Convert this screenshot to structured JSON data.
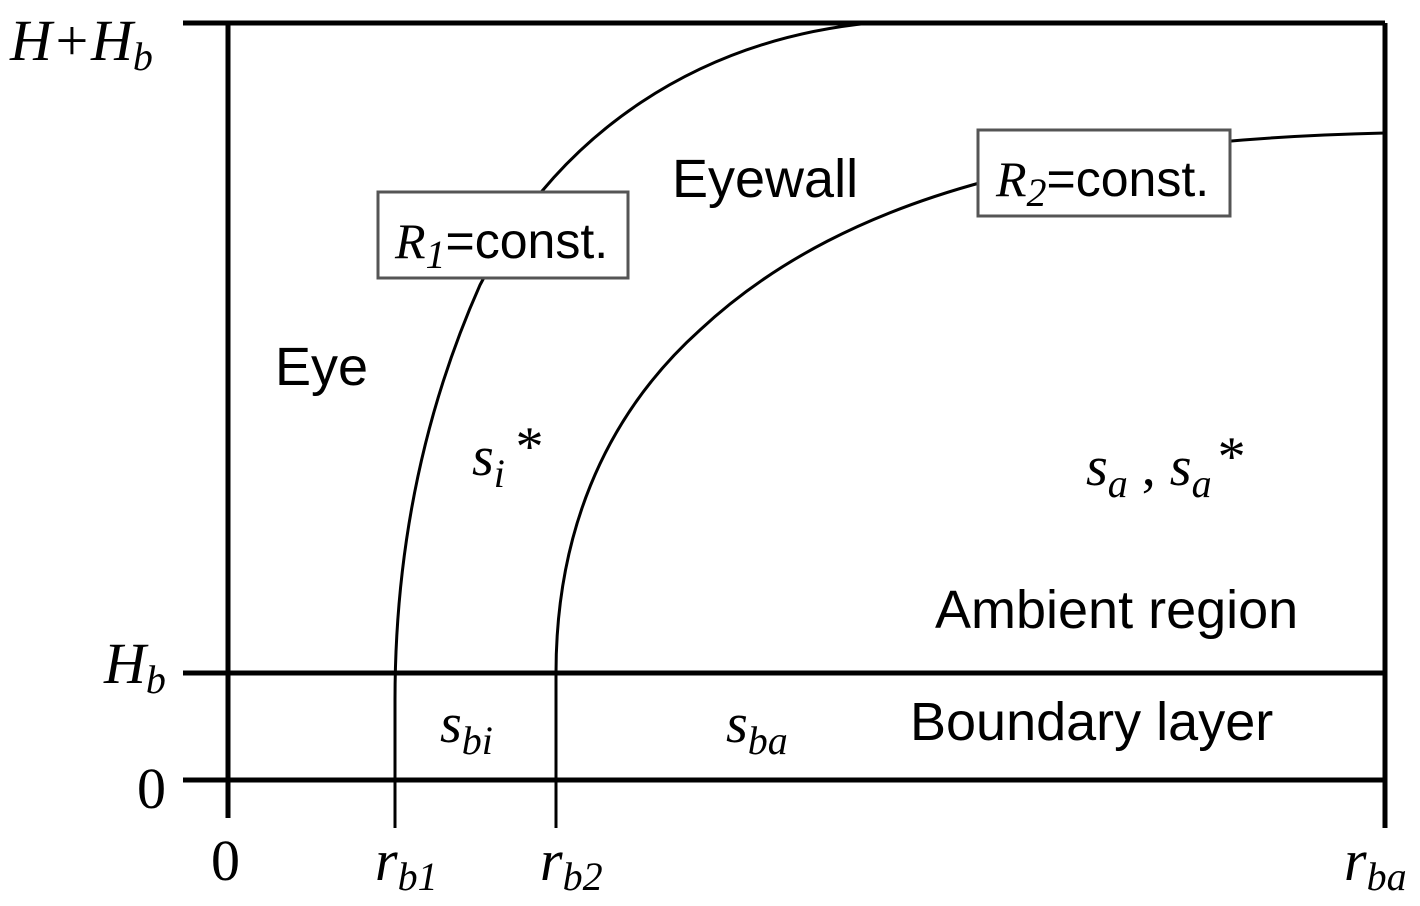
{
  "y_axis": {
    "top_label": {
      "main": "H+H",
      "sub": "b"
    },
    "hb_label": {
      "main": "H",
      "sub": "b"
    },
    "zero_label": "0"
  },
  "x_axis": {
    "zero_label": "0",
    "rb1_label": {
      "main": "r",
      "sub": "b1"
    },
    "rb2_label": {
      "main": "r",
      "sub": "b2"
    },
    "rba_label": {
      "main": "r",
      "sub": "ba"
    }
  },
  "regions": {
    "eye": "Eye",
    "eyewall": "Eyewall",
    "ambient": "Ambient region",
    "boundary": "Boundary layer"
  },
  "variables": {
    "si": {
      "main": "s",
      "sub": "i",
      "suffix": "*"
    },
    "sa": {
      "main": "s",
      "sub": "a",
      "sep": " , "
    },
    "sa_star": {
      "main": "s",
      "sub": "a",
      "suffix": "*"
    },
    "sbi": {
      "main": "s",
      "sub": "bi"
    },
    "sba": {
      "main": "s",
      "sub": "ba"
    }
  },
  "boxes": {
    "r1": {
      "main": "R",
      "sub": "1",
      "suffix": "=const."
    },
    "r2": {
      "main": "R",
      "sub": "2",
      "suffix": "=const."
    }
  },
  "colors": {
    "line": "#000000",
    "box_border": "#555555"
  }
}
